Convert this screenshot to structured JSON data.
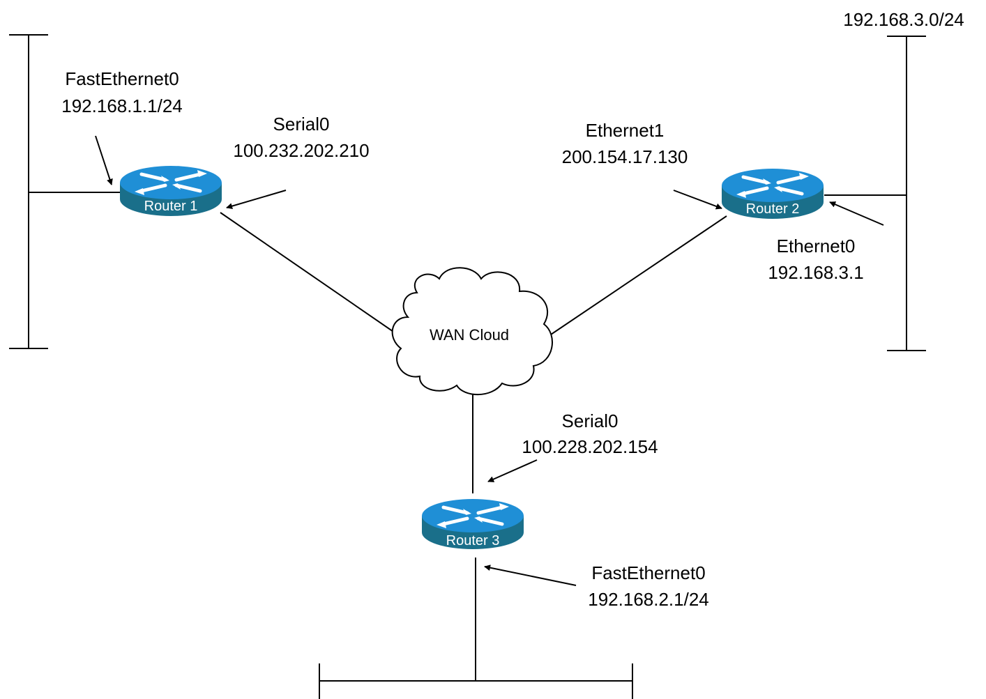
{
  "routers": [
    {
      "id": "router-1",
      "label": "Router 1"
    },
    {
      "id": "router-2",
      "label": "Router 2"
    },
    {
      "id": "router-3",
      "label": "Router 3"
    }
  ],
  "cloud": {
    "label": "WAN Cloud"
  },
  "interfaces": {
    "r1_fast": {
      "name": "FastEthernet0",
      "address": "192.168.1.1/24"
    },
    "r1_serial": {
      "name": "Serial0",
      "address": "100.232.202.210"
    },
    "r2_eth1": {
      "name": "Ethernet1",
      "address": "200.154.17.130"
    },
    "r2_eth0": {
      "name": "Ethernet0",
      "address": "192.168.3.1"
    },
    "r3_serial": {
      "name": "Serial0",
      "address": "100.228.202.154"
    },
    "r3_fast": {
      "name": "FastEthernet0",
      "address": "192.168.2.1/24"
    }
  },
  "networks": {
    "lan_3": "192.168.3.0/24"
  },
  "colors": {
    "router_top": "#1f8fd6",
    "router_side": "#1a6f8a",
    "router_symbol": "#ffffff",
    "lines": "#000000"
  }
}
